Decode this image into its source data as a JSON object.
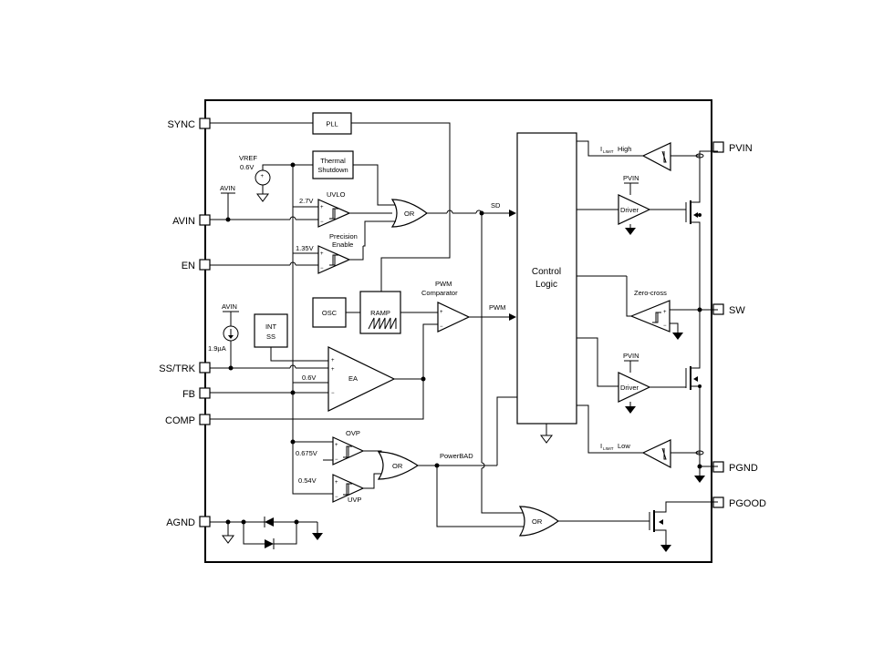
{
  "pins_left": {
    "sync": "SYNC",
    "avin": "AVIN",
    "en": "EN",
    "ss_trk": "SS/TRK",
    "fb": "FB",
    "comp": "COMP",
    "agnd": "AGND"
  },
  "pins_right": {
    "pvin": "PVIN",
    "sw": "SW",
    "pgnd": "PGND",
    "pgood": "PGOOD"
  },
  "blocks": {
    "pll": "PLL",
    "thermal_1": "Thermal",
    "thermal_2": "Shutdown",
    "or_fault": "OR",
    "osc": "OSC",
    "ramp": "RAMP",
    "int_ss_1": "INT",
    "int_ss_2": "SS",
    "ea": "EA",
    "control_1": "Control",
    "control_2": "Logic",
    "or_pg": "OR",
    "or_out": "OR",
    "driver_high": "Driver",
    "driver_low": "Driver"
  },
  "labels": {
    "vref_1": "VREF",
    "vref_2": "0.6V",
    "avin_ref": "AVIN",
    "avin_ref2": "AVIN",
    "uvlo": "UVLO",
    "uvlo_v": "2.7V",
    "en_v": "1.35V",
    "precision_1": "Precision",
    "precision_2": "Enable",
    "pwm_comp_1": "PWM",
    "pwm_comp_2": "Comparator",
    "sd": "SD",
    "pwm": "PWM",
    "ss_current": "1.9µA",
    "ea_ref": "0.6V",
    "ovp": "OVP",
    "ovp_v": "0.675V",
    "uvp": "UVP",
    "uvp_v": "0.54V",
    "powerbad": "PowerBAD",
    "ilimit_high_i": "I",
    "ilimit_high_sub": "LIMIT",
    "ilimit_high": "High",
    "ilimit_low_i": "I",
    "ilimit_low_sub": "LIMIT",
    "ilimit_low": "Low",
    "pvin_1": "PVIN",
    "pvin_2": "PVIN",
    "zero_cross": "Zero-cross",
    "plus": "+",
    "minus": "−"
  }
}
